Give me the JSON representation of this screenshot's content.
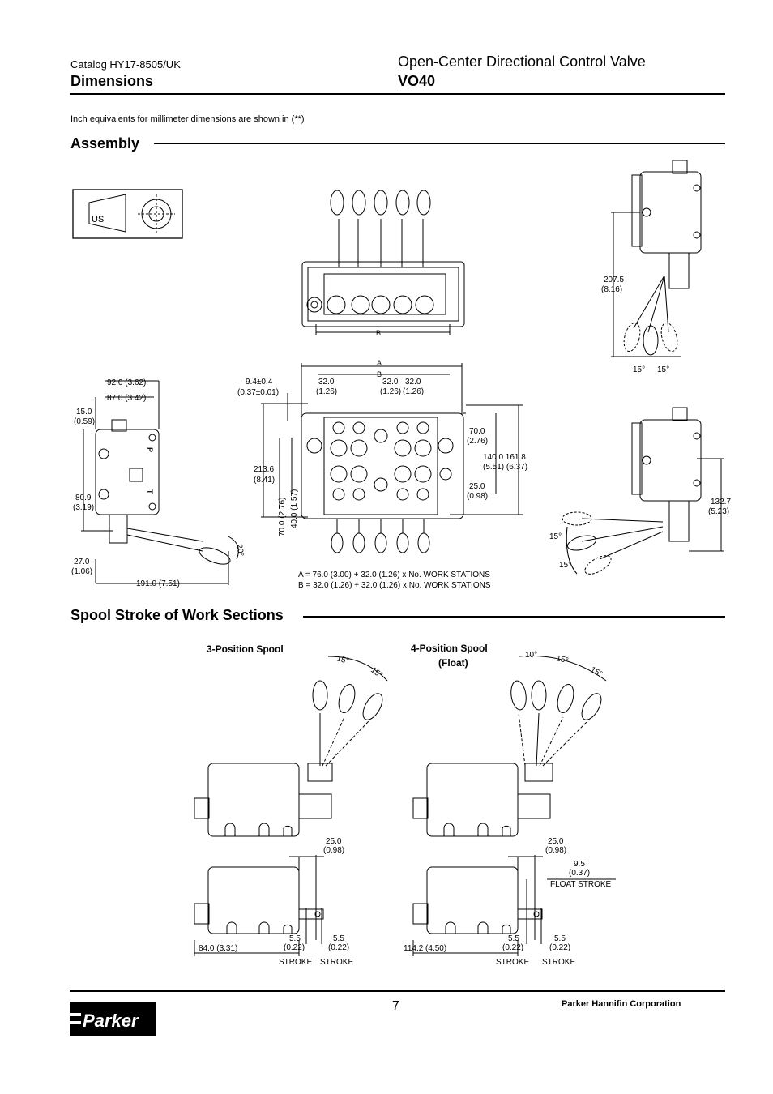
{
  "header": {
    "catalog": "Catalog HY17-8505/UK",
    "section_title": "Dimensions",
    "product_subtitle": "Open-Center Directional Control Valve",
    "product_title": "VO40"
  },
  "note": "Inch equivalents for millimeter dimensions are shown in (**)",
  "assembly": {
    "title": "Assembly",
    "projection_label": "US",
    "front_dims": {
      "a": "A",
      "b": "B",
      "b_top": "B",
      "d1_mm": "9.4±0.4",
      "d1_in": "(0.37±0.01)",
      "d2_mm": "32.0",
      "d2_in": "(1.26)",
      "d3_mm": "32.0",
      "d3_in": "(1.26)",
      "d4_mm": "32.0",
      "d4_in": "(1.26)",
      "h1_mm": "213.6",
      "h1_in": "(8.41)",
      "h2": "70.0 (2.76)",
      "h3": "40.0 (1.57)",
      "r1_mm": "70.0",
      "r1_in": "(2.76)",
      "r2_mm": "140.0 161.8",
      "r2_in": "(5.51) (6.37)",
      "r3_mm": "25.0",
      "r3_in": "(0.98)"
    },
    "side_dims": {
      "w1": "92.0 (3.62)",
      "w2": "87.0 (3.42)",
      "t1_mm": "15.0",
      "t1_in": "(0.59)",
      "h_mm": "80.9",
      "h_in": "(3.19)",
      "b_mm": "27.0",
      "b_in": "(1.06)",
      "len": "191.0 (7.51)",
      "angle": "20°",
      "port_p": "P",
      "port_t": "T"
    },
    "right_top": {
      "h_mm": "207.5",
      "h_in": "(8.16)",
      "a1": "15°",
      "a2": "15°"
    },
    "right_bottom": {
      "h_mm": "132.7",
      "h_in": "(5.23)",
      "a1": "15°",
      "a2": "15°"
    },
    "formula_a": "A = 76.0 (3.00) + 32.0 (1.26) x No. WORK STATIONS",
    "formula_b": "B = 32.0 (1.26) + 32.0 (1.26) x No. WORK STATIONS"
  },
  "spool": {
    "title": "Spool Stroke of Work Sections",
    "left_label": "3-Position Spool",
    "right_label_1": "4-Position Spool",
    "right_label_2": "(Float)",
    "left": {
      "a1": "15°",
      "a2": "15°",
      "d1_mm": "25.0",
      "d1_in": "(0.98)",
      "len": "84.0 (3.31)",
      "s1_mm": "5.5",
      "s1_in": "(0.22)",
      "s2_mm": "5.5",
      "s2_in": "(0.22)",
      "stroke1": "STROKE",
      "stroke2": "STROKE"
    },
    "right": {
      "a0": "10°",
      "a1": "15°",
      "a2": "15°",
      "d1_mm": "25.0",
      "d1_in": "(0.98)",
      "f_mm": "9.5",
      "f_in": "(0.37)",
      "float": "FLOAT STROKE",
      "len": "114.2 (4.50)",
      "s1_mm": "5.5",
      "s1_in": "(0.22)",
      "s2_mm": "5.5",
      "s2_in": "(0.22)",
      "stroke1": "STROKE",
      "stroke2": "STROKE"
    }
  },
  "footer": {
    "page": "7",
    "corp": "Parker Hannifin Corporation",
    "logo": "Parker"
  }
}
